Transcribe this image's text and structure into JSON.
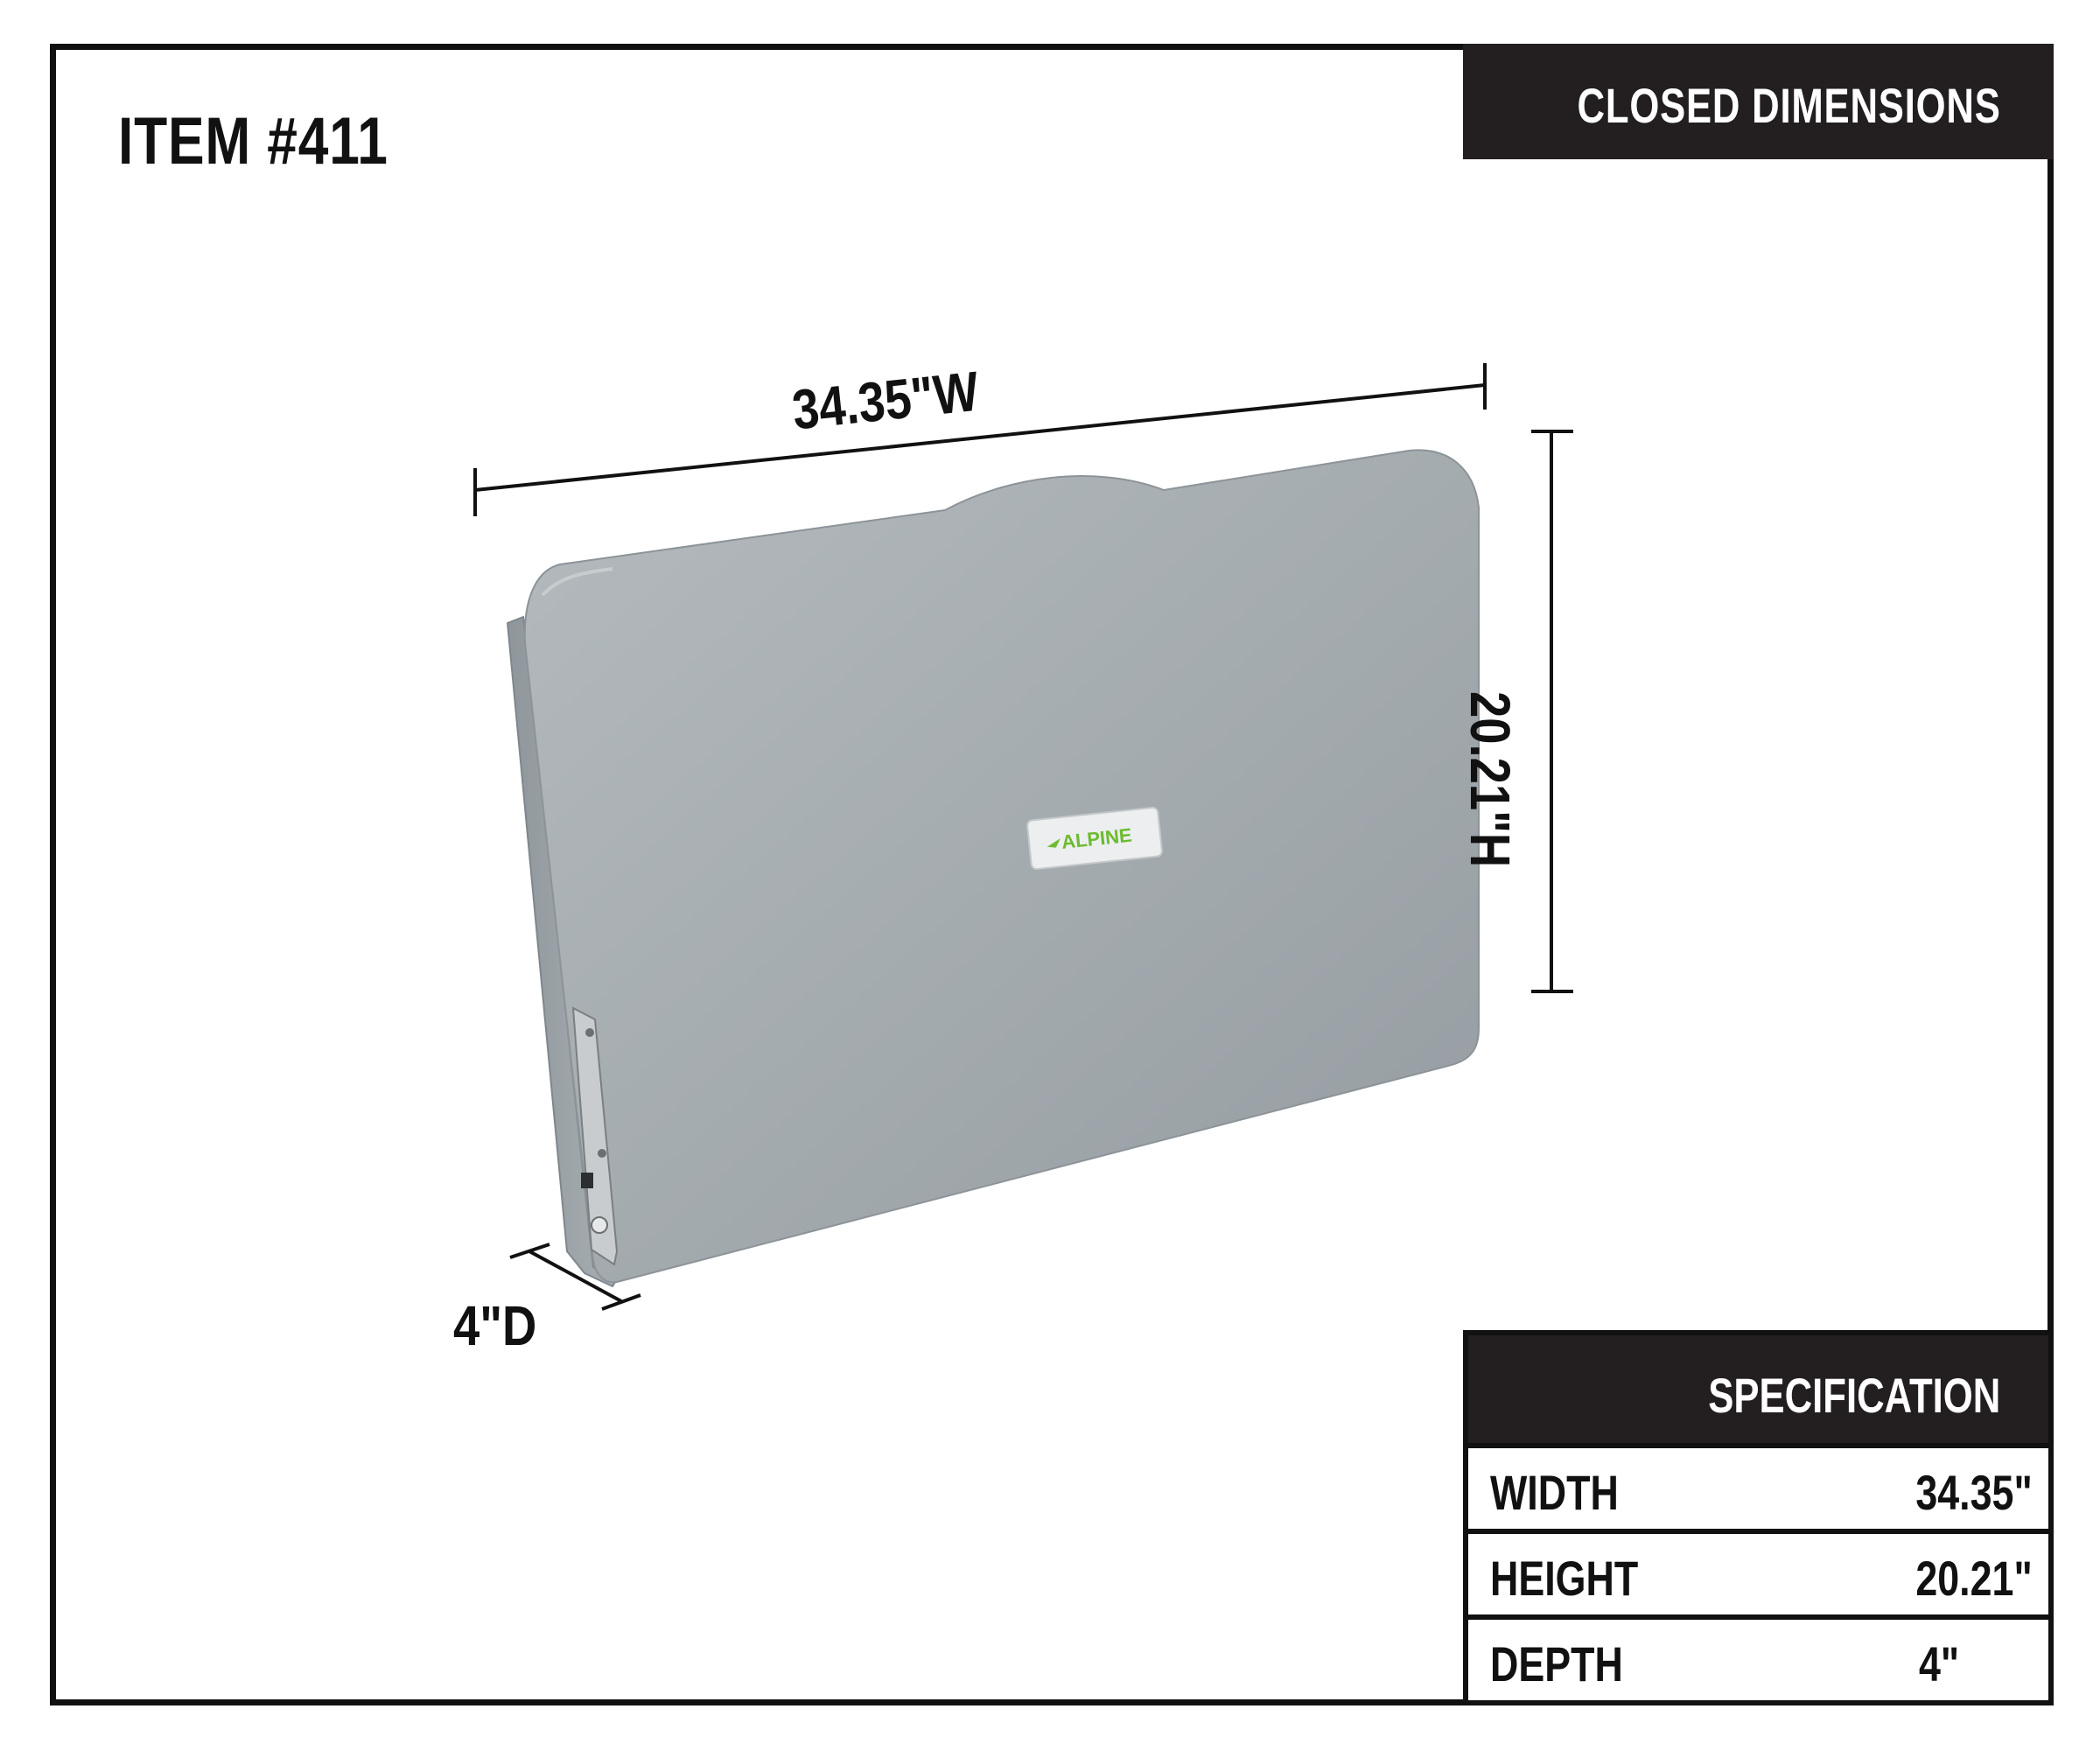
{
  "item_title": "ITEM #411",
  "header": {
    "title": "CLOSED DIMENSIONS"
  },
  "dimensions": {
    "width_label": "34.35\"W",
    "height_label": "20.21\"H",
    "depth_label": "4\"D"
  },
  "product": {
    "logo_text": "ALPINE",
    "color": "#a2a9ad",
    "logo_color": "#6dbb2f"
  },
  "specification": {
    "title": "SPECIFICATION",
    "rows": [
      {
        "label": "WIDTH",
        "value": "34.35\""
      },
      {
        "label": "HEIGHT",
        "value": "20.21\""
      },
      {
        "label": "DEPTH",
        "value": "4\""
      }
    ]
  },
  "colors": {
    "frame": "#111111",
    "header_bg": "#231f20",
    "header_text": "#ffffff"
  }
}
